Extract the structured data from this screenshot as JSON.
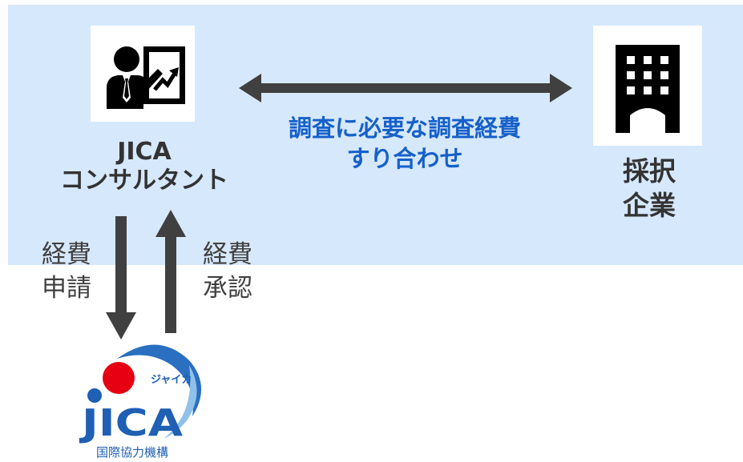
{
  "consultant": {
    "line1": "JICA",
    "line2": "コンサルタント",
    "icon": "presenter-icon"
  },
  "company": {
    "line1": "採択",
    "line2": "企業",
    "icon": "office-building-icon"
  },
  "coordination": {
    "line1": "調査に必要な調査経費",
    "line2": "すり合わせ"
  },
  "expense_request": {
    "line1": "経費",
    "line2": "申請"
  },
  "expense_approval": {
    "line1": "経費",
    "line2": "承認"
  },
  "jica_logo": {
    "wordmark": "JICA",
    "katakana": "ジャイカ",
    "org_name": "国際協力機構"
  },
  "colors": {
    "band": "#d6e8fb",
    "accent_blue": "#1660c9",
    "arrow": "#404040",
    "logo_red": "#e60012"
  }
}
